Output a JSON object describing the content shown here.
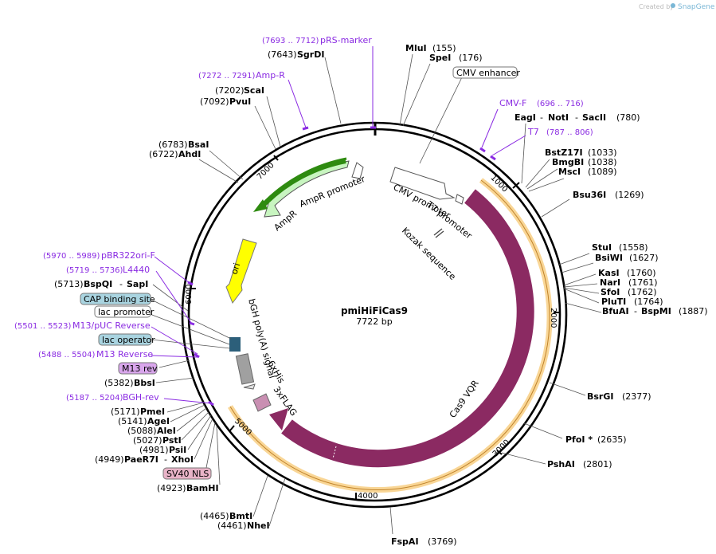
{
  "credit": {
    "prefix": "Created by",
    "brand": "SnapGene"
  },
  "map": {
    "name": "pmiHiFiCas9",
    "length_label": "7722 bp",
    "ticks": [
      "1000",
      "2000",
      "3000",
      "4000",
      "5000",
      "6000",
      "7000"
    ]
  },
  "sites_right": [
    {
      "pos": "(155)",
      "name": "MluI"
    },
    {
      "pos": "(176)",
      "name": "SpeI"
    },
    {
      "pos": "(780)",
      "name": "EagI",
      "alt": [
        "NotI",
        "SacII"
      ]
    },
    {
      "pos": "(1033)",
      "name": "BstZ17I"
    },
    {
      "pos": "(1038)",
      "name": "BmgBI"
    },
    {
      "pos": "(1089)",
      "name": "MscI"
    },
    {
      "pos": "(1269)",
      "name": "Bsu36I"
    },
    {
      "pos": "(1558)",
      "name": "StuI"
    },
    {
      "pos": "(1627)",
      "name": "BsiWI"
    },
    {
      "pos": "(1760)",
      "name": "KasI"
    },
    {
      "pos": "(1761)",
      "name": "NarI"
    },
    {
      "pos": "(1762)",
      "name": "SfoI"
    },
    {
      "pos": "(1764)",
      "name": "PluTI"
    },
    {
      "pos": "(1887)",
      "name": "BfuAI",
      "alt": [
        "BspMI"
      ]
    },
    {
      "pos": "(2377)",
      "name": "BsrGI"
    },
    {
      "pos": "(2635)",
      "name": "PfoI *"
    },
    {
      "pos": "(2801)",
      "name": "PshAI"
    },
    {
      "pos": "(3769)",
      "name": "FspAI"
    }
  ],
  "sites_left": [
    {
      "pos": "(7643)",
      "name": "SgrDI"
    },
    {
      "pos": "(7202)",
      "name": "ScaI"
    },
    {
      "pos": "(7092)",
      "name": "PvuI"
    },
    {
      "pos": "(6783)",
      "name": "BsaI"
    },
    {
      "pos": "(6722)",
      "name": "AhdI"
    },
    {
      "pos": "(5713)",
      "name": "BspQI",
      "alt": [
        "SapI"
      ]
    },
    {
      "pos": "(5382)",
      "name": "BbsI"
    },
    {
      "pos": "(5171)",
      "name": "PmeI"
    },
    {
      "pos": "(5141)",
      "name": "AgeI"
    },
    {
      "pos": "(5088)",
      "name": "AleI"
    },
    {
      "pos": "(5027)",
      "name": "PstI"
    },
    {
      "pos": "(4981)",
      "name": "PsiI"
    },
    {
      "pos": "(4949)",
      "name": "PaeR7I",
      "alt": [
        "XhoI"
      ]
    },
    {
      "pos": "(4923)",
      "name": "BamHI"
    },
    {
      "pos": "(4465)",
      "name": "BmtI"
    },
    {
      "pos": "(4461)",
      "name": "NheI"
    }
  ],
  "primers": [
    {
      "range": "(7693 .. 7712)",
      "name": "pRS-marker"
    },
    {
      "range": "(7272 .. 7291)",
      "name": "Amp-R"
    },
    {
      "range": "(696 .. 716)",
      "name": "CMV-F"
    },
    {
      "range": "(787 .. 806)",
      "name": "T7"
    },
    {
      "range": "(5970 .. 5989)",
      "name": "pBR322ori-F"
    },
    {
      "range": "(5719 .. 5736)",
      "name": "L4440"
    },
    {
      "range": "(5501 .. 5523)",
      "name": "M13/pUC Reverse"
    },
    {
      "range": "(5488 .. 5504)",
      "name": "M13 Reverse"
    },
    {
      "range": "(5187 .. 5204)",
      "name": "BGH-rev"
    }
  ],
  "boxed_features": [
    {
      "label": "CMV enhancer",
      "color": "#ffffff"
    },
    {
      "label": "CAP binding site",
      "color": "#a9d4e0"
    },
    {
      "label": "lac promoter",
      "color": "#ffffff"
    },
    {
      "label": "lac operator",
      "color": "#a9d4e0"
    },
    {
      "label": "M13 rev",
      "color": "#d9a6ec"
    },
    {
      "label": "SV40 NLS",
      "color": "#e8b3c7"
    }
  ],
  "inner_labels": [
    "CMV promoter",
    "T7 promoter",
    "Kozak sequence",
    "AmpR promoter",
    "AmpR",
    "ori",
    "bGH poly(A) signal",
    "6xHis",
    "3xFLAG",
    "Cas9 VQR"
  ],
  "colors": {
    "primer": "#8a2be2",
    "cas9": "#8b2a62",
    "ampr": "#c8f5c0",
    "ampr_dark": "#2e8b10",
    "ori": "#ffff00",
    "orf_highlight": "#f6c56a",
    "bgh": "#a0a0a0",
    "flag": "#c98fb2"
  }
}
